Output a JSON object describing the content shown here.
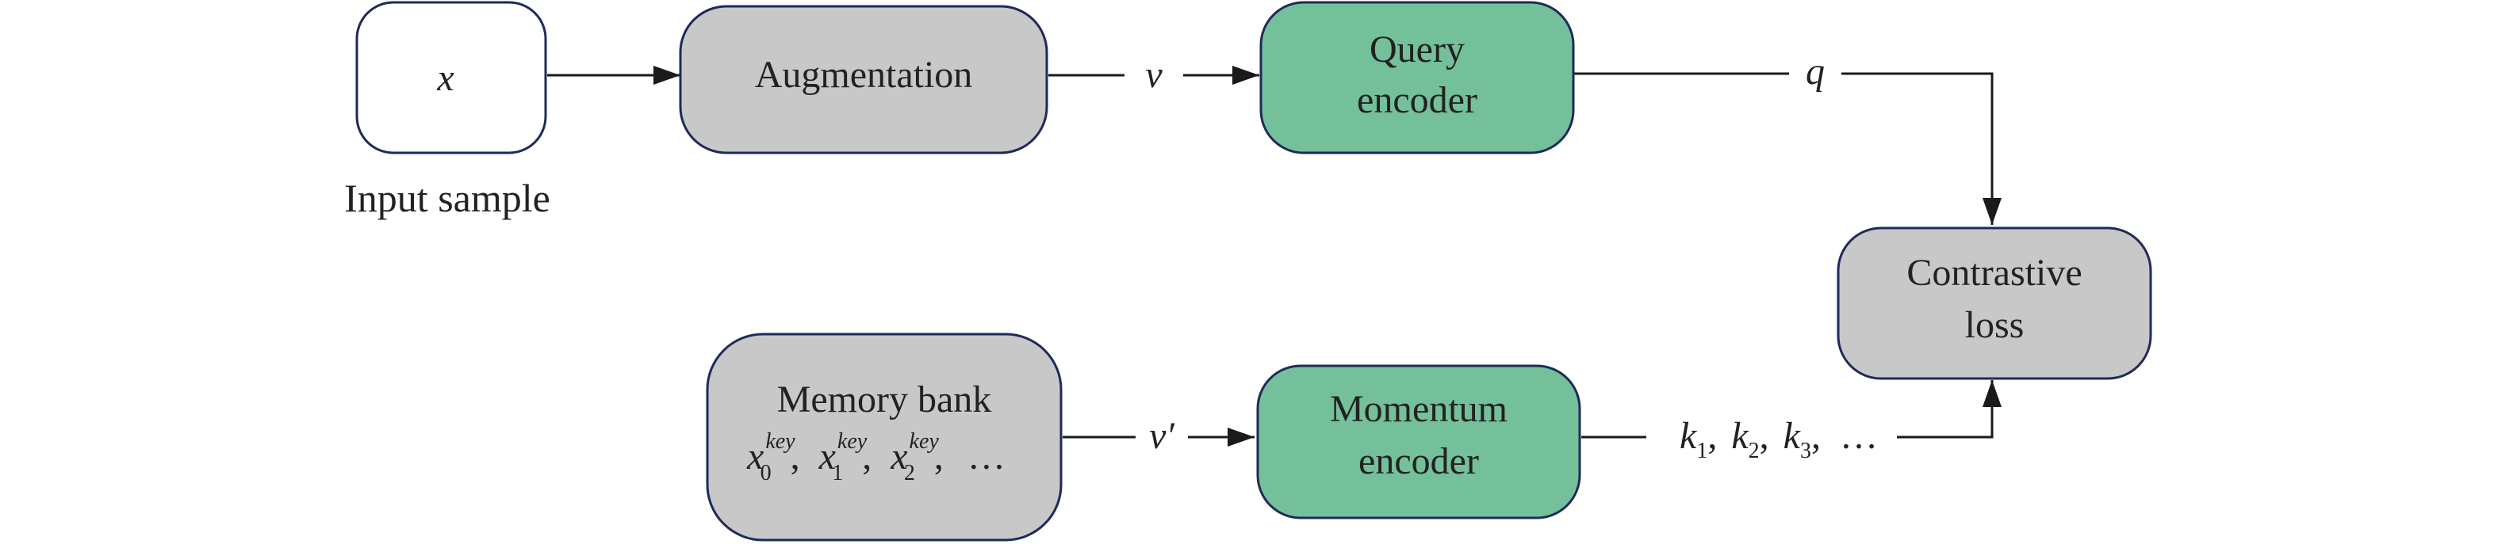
{
  "diagram": {
    "nodes": {
      "input": {
        "label": "x",
        "caption": "Input sample"
      },
      "augmentation": {
        "label": "Augmentation"
      },
      "query_encoder": {
        "line1": "Query",
        "line2": "encoder"
      },
      "contrastive_loss": {
        "line1": "Contrastive",
        "line2": "loss"
      },
      "memory_bank": {
        "line1": "Memory bank",
        "items": [
          {
            "base": "x",
            "sub": "0",
            "sup": "key"
          },
          {
            "base": "x",
            "sub": "1",
            "sup": "key"
          },
          {
            "base": "x",
            "sub": "2",
            "sup": "key"
          }
        ],
        "ellipsis": "…"
      },
      "momentum_encoder": {
        "line1": "Momentum",
        "line2": "encoder"
      }
    },
    "edge_labels": {
      "v": "v",
      "q": "q",
      "v_prime": "v′",
      "keys": [
        {
          "base": "k",
          "sub": "1"
        },
        {
          "base": "k",
          "sub": "2"
        },
        {
          "base": "k",
          "sub": "3"
        }
      ],
      "keys_ellipsis": "…"
    },
    "colors": {
      "stroke": "#1f2a5a",
      "gray_fill": "#c8c8c8",
      "green_fill": "#74c09a",
      "white_fill": "#ffffff",
      "text": "#222222"
    }
  }
}
